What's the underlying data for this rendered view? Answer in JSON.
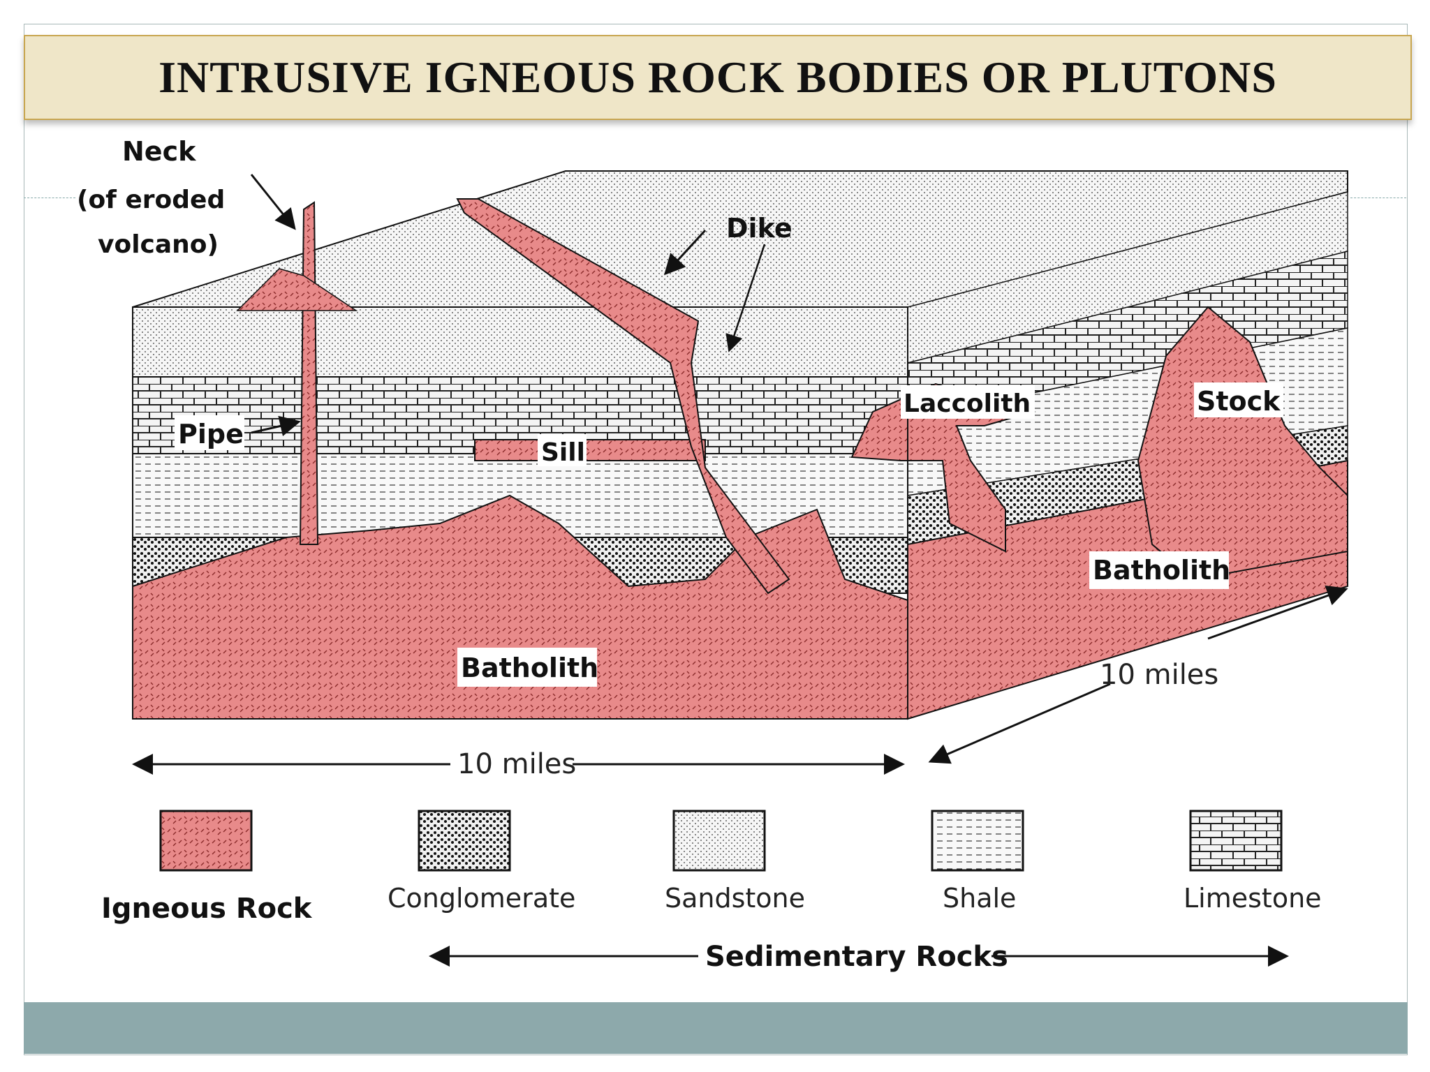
{
  "title": "INTRUSIVE IGNEOUS ROCK BODIES OR PLUTONS",
  "labels": {
    "neck": "Neck",
    "neck_sub1": "(of eroded",
    "neck_sub2": "volcano)",
    "dike": "Dike",
    "pipe": "Pipe",
    "sill": "Sill",
    "laccolith": "Laccolith",
    "stock": "Stock",
    "batholith_front": "Batholith",
    "batholith_side": "Batholith",
    "scale_front": "10 miles",
    "scale_side": "10 miles"
  },
  "legend": [
    {
      "label": "Igneous Rock",
      "pattern": "igneous"
    },
    {
      "label": "Conglomerate",
      "pattern": "conglomerate"
    },
    {
      "label": "Sandstone",
      "pattern": "sandstone"
    },
    {
      "label": "Shale",
      "pattern": "shale"
    },
    {
      "label": "Limestone",
      "pattern": "limestone"
    }
  ],
  "sedimentary_label": "Sedimentary Rocks",
  "colors": {
    "igneous": "#e88a8a",
    "banner": "#efe6c8",
    "footer": "#8da9ab"
  }
}
